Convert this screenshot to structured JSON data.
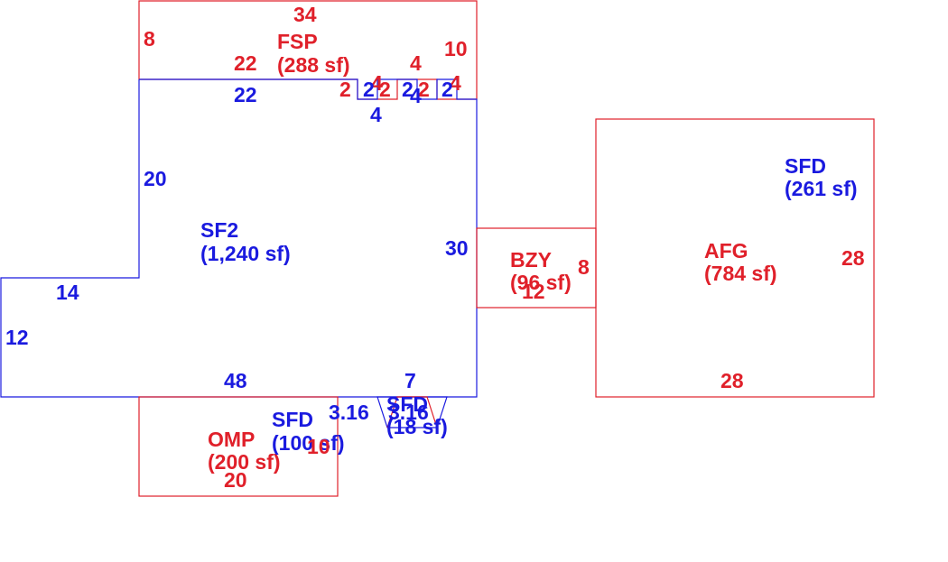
{
  "colors": {
    "red": "#e0202a",
    "blue": "#1a1adf"
  },
  "areas": {
    "sf2": {
      "code": "SF2",
      "area": "(1,240 sf)"
    },
    "fsp": {
      "code": "FSP",
      "area": "(288 sf)"
    },
    "bzy": {
      "code": "BZY",
      "area": "(96 sf)"
    },
    "afg": {
      "code": "AFG",
      "area": "(784 sf)"
    },
    "sfd_garage": {
      "code": "SFD",
      "area": "(261 sf)"
    },
    "omp": {
      "code": "OMP",
      "area": "(200 sf)"
    },
    "sfd_lower": {
      "code": "SFD",
      "area": "(100 sf)"
    },
    "sfd_small": {
      "code": "SFD",
      "area": "(18 sf)"
    }
  },
  "dimensions": {
    "fsp_top": "34",
    "fsp_left": "8",
    "fsp_bottom": "22",
    "fsp_right": "10",
    "fsp_notch_a": "2",
    "fsp_notch_b": "4",
    "fsp_notch_c": "2",
    "fsp_notch_d": "4",
    "fsp_notch_e": "2",
    "fsp_notch_f": "4",
    "sf2_top": "22",
    "sf2_notch_a": "2",
    "sf2_notch_b": "2",
    "sf2_notch_c": "4",
    "sf2_notch_d": "4",
    "sf2_notch_e": "2",
    "sf2_left_upper": "20",
    "sf2_right": "30",
    "sf2_step": "14",
    "sf2_left_lower": "12",
    "sf2_bottom": "48",
    "sf2_bottom_right": "7",
    "bzy_right": "8",
    "bzy_bottom": "12",
    "afg_right": "28",
    "afg_bottom": "28",
    "sfd_left": "3.16",
    "sfd_right": "3.16",
    "omp_right": "10",
    "omp_bottom": "20"
  }
}
